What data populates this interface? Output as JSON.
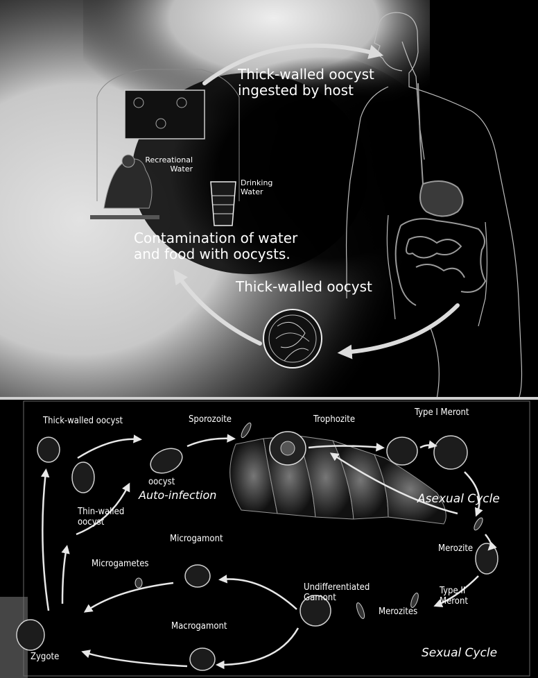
{
  "top_panel": {
    "ingested_label": "Thick-walled oocyst\ningested by host",
    "recreational_label": "Recreational\nWater",
    "drinking_label": "Drinking\nWater",
    "contamination_label": "Contamination of water\nand food with oocysts.",
    "oocyst_label": "Thick-walled oocyst"
  },
  "bottom_panel": {
    "thick_walled_oocyst": "Thick-walled oocyst",
    "sporozoite": "Sporozoite",
    "trophozite": "Trophozite",
    "type1_meront": "Type I Meront",
    "oocyst": "oocyst",
    "auto_infection": "Auto-infection",
    "asexual_cycle": "Asexual Cycle",
    "thin_walled_oocyst": "Thin-walled\noocyst",
    "merozite": "Merozite",
    "microgamont": "Microgamont",
    "microgametes": "Microgametes",
    "undifferentiated_gamont": "Undifferentiated\nGamont",
    "type2_meront": "Type II\nMeront",
    "merozites": "Merozites",
    "zygote": "Zygote",
    "macrogamont": "Macrogamont",
    "sexual_cycle": "Sexual Cycle"
  },
  "colors": {
    "background": "#000000",
    "haze": "#cfcfcf",
    "arrow": "#e8e8e8",
    "text": "#ffffff"
  }
}
